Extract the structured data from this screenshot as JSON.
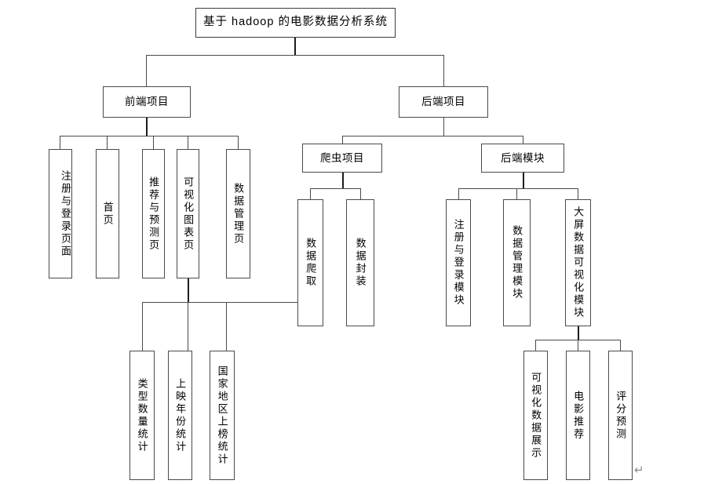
{
  "diagram": {
    "title": "基于 hadoop 的电影数据分析系统",
    "type": "organization-tree",
    "nodes": {
      "root": "基于 hadoop 的电影数据分析系统",
      "frontend": "前端项目",
      "backend": "后端项目",
      "frontend_children": [
        "注册与登录页面",
        "首页",
        "推荐与预测页",
        "可视化图表页",
        "数据管理页"
      ],
      "chart_page_children": [
        "类型数量统计",
        "上映年份统计",
        "国家地区上榜统计"
      ],
      "backend_children": [
        "爬虫项目",
        "后端模块"
      ],
      "crawler_children": [
        "数据爬取",
        "数据封装"
      ],
      "backend_module_children": [
        "注册与登录模块",
        "数据管理模块",
        "大屏数据可视化模块"
      ],
      "bigscreen_children": [
        "可视化数据展示",
        "电影推荐",
        "评分预测"
      ]
    },
    "marks": {
      "paragraph_return": "↵"
    },
    "colors": {
      "background": "#ffffff",
      "box_border": "#4a4a4a",
      "connector": "#4a4a4a",
      "connector_emphasis": "#1c1c1c",
      "text": "#000000",
      "mark": "#8c8c8c"
    }
  }
}
